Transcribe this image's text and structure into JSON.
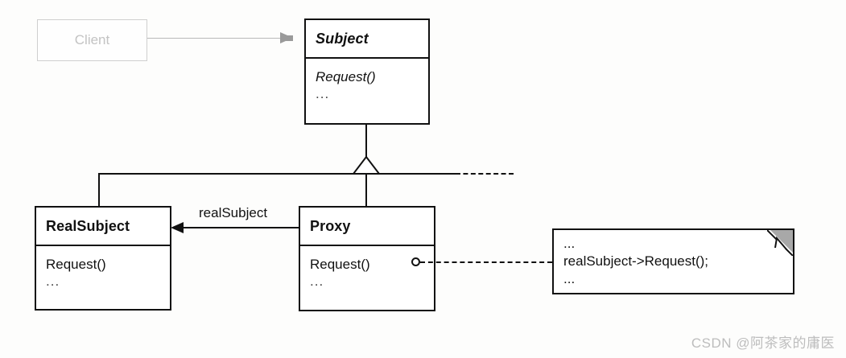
{
  "diagram": {
    "type": "uml-class-diagram",
    "pattern": "Proxy",
    "background": "#fdfdfc",
    "line_color": "#111111",
    "faded_color": "#c3c3c3",
    "fold_color": "#a8a8a8"
  },
  "classes": {
    "client": {
      "name": "Client",
      "abstract": false,
      "faded": true
    },
    "subject": {
      "name": "Subject",
      "abstract": true,
      "operations": [
        {
          "label": "Request()",
          "abstract": true
        },
        {
          "label": "...",
          "abstract": false
        }
      ]
    },
    "real_subject": {
      "name": "RealSubject",
      "abstract": false,
      "operations": [
        {
          "label": "Request()",
          "abstract": false
        },
        {
          "label": "...",
          "abstract": false
        }
      ]
    },
    "proxy": {
      "name": "Proxy",
      "abstract": false,
      "operations": [
        {
          "label": "Request()",
          "abstract": false
        },
        {
          "label": "...",
          "abstract": false
        }
      ]
    }
  },
  "associations": {
    "real_subject_role": "realSubject"
  },
  "note": {
    "lines": "...\nrealSubject->Request();\n..."
  },
  "watermark": {
    "text": "CSDN @阿茶家的庸医"
  }
}
